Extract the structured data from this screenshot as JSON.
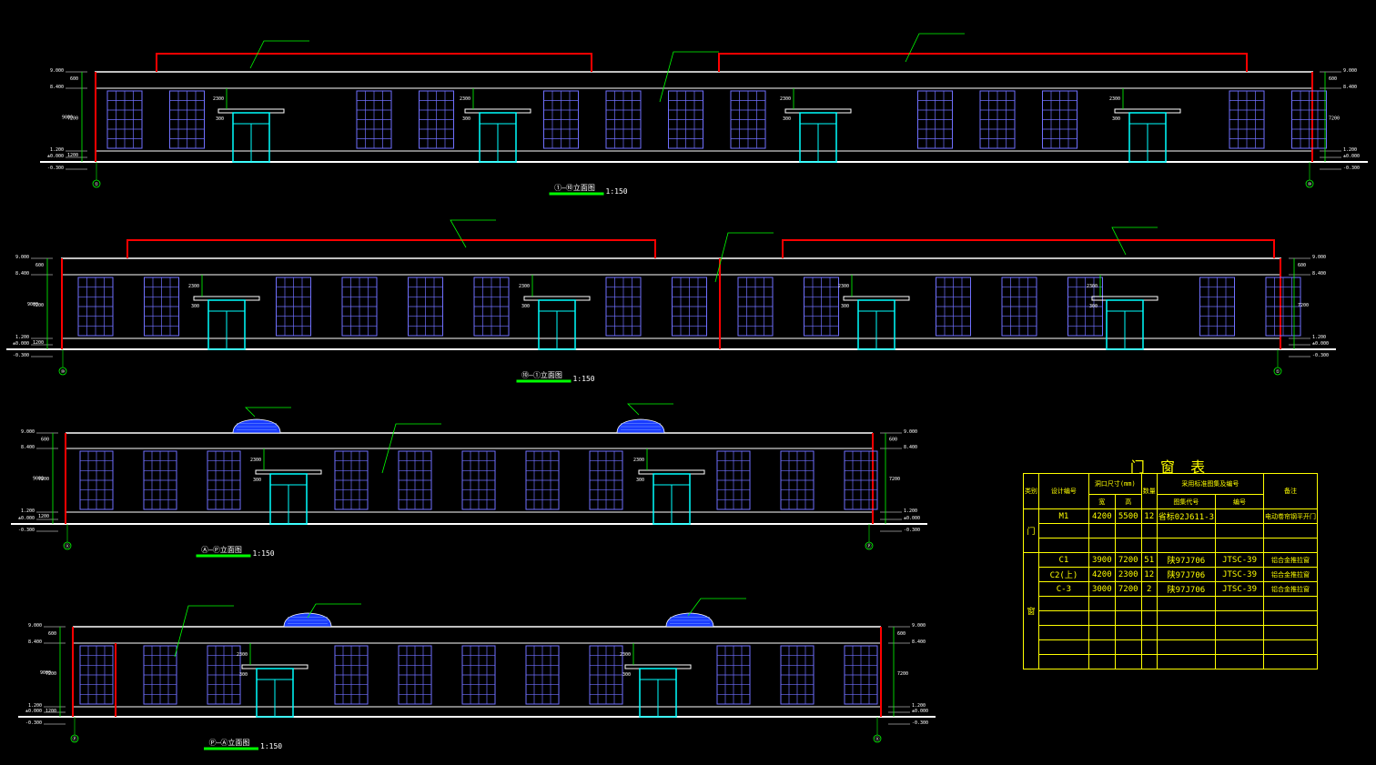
{
  "elevations": [
    {
      "title": "①–⑩立面图",
      "scale": "1:150",
      "left_axis": "①",
      "right_axis": "⑩",
      "left_levels": [
        "9.000",
        "8.400",
        "1.200",
        "±0.000",
        "-0.300"
      ],
      "right_levels": [
        "9.000",
        "8.400",
        "1.200",
        "±0.000",
        "-0.300"
      ],
      "dims_left": [
        "600",
        "7200",
        "9000",
        "1200",
        "300"
      ],
      "door_dims": [
        "2300",
        "300"
      ]
    },
    {
      "title": "⑩–①立面图",
      "scale": "1:150",
      "left_axis": "⑩",
      "right_axis": "①",
      "left_levels": [
        "9.000",
        "8.400",
        "1.200",
        "±0.000",
        "-0.300"
      ],
      "right_levels": [
        "9.000",
        "8.400",
        "1.200",
        "±0.000",
        "-0.300"
      ],
      "dims_left": [
        "600",
        "7200",
        "9000",
        "1200",
        "300"
      ],
      "door_dims": [
        "2300",
        "300"
      ]
    },
    {
      "title": "Ⓐ–Ⓟ立面图",
      "scale": "1:150",
      "left_axis": "Ⓐ",
      "right_axis": "Ⓟ",
      "left_levels": [
        "9.000",
        "8.400",
        "1.200",
        "±0.000",
        "-0.300"
      ],
      "right_levels": [
        "9.000",
        "8.400",
        "1.200",
        "±0.000",
        "-0.300"
      ],
      "dims_left": [
        "600",
        "7200",
        "9000",
        "1200",
        "300"
      ],
      "door_dims": [
        "2300",
        "300"
      ]
    },
    {
      "title": "Ⓟ–Ⓐ立面图",
      "scale": "1:150",
      "left_axis": "Ⓟ",
      "right_axis": "Ⓐ",
      "left_levels": [
        "9.000",
        "8.400",
        "1.200",
        "±0.000",
        "-0.300"
      ],
      "right_levels": [
        "9.000",
        "8.400",
        "1.200",
        "±0.000",
        "-0.300"
      ],
      "dims_left": [
        "600",
        "7200",
        "9000",
        "1200",
        "300"
      ],
      "door_dims": [
        "2300",
        "300"
      ]
    }
  ],
  "colors": {
    "background": "#000000",
    "outline": "#ffffff",
    "parapet": "#ff0000",
    "window": "#7070ff",
    "door": "#00ffff",
    "leader": "#00ff00",
    "dim": "#ffff00",
    "skylight": "#1a3cff",
    "table": "#ffff00"
  },
  "table": {
    "title": "门 窗 表",
    "header": {
      "type": "类别",
      "code": "设计编号",
      "size": "洞口尺寸(mm)",
      "width": "宽",
      "height": "高",
      "count": "数量",
      "ref": "采用标准图集及编号",
      "atlas": "图集代号",
      "num": "编号",
      "note": "备注"
    },
    "groups": {
      "door": "门",
      "window": "窗"
    },
    "rows": [
      {
        "code": "M1",
        "w": "4200",
        "h": "5500",
        "n": "12",
        "atlas": "省标02J611-3",
        "num": "",
        "note": "电动卷帘钢平开门"
      },
      {
        "code": "C1",
        "w": "3900",
        "h": "7200",
        "n": "51",
        "atlas": "陕97J706",
        "num": "JTSC-39",
        "note": "铝合金推拉窗"
      },
      {
        "code": "C2(上)",
        "w": "4200",
        "h": "2300",
        "n": "12",
        "atlas": "陕97J706",
        "num": "JTSC-39",
        "note": "铝合金推拉窗"
      },
      {
        "code": "C-3",
        "w": "3000",
        "h": "7200",
        "n": "2",
        "atlas": "陕97J706",
        "num": "JTSC-39",
        "note": "铝合金推拉窗"
      }
    ]
  }
}
